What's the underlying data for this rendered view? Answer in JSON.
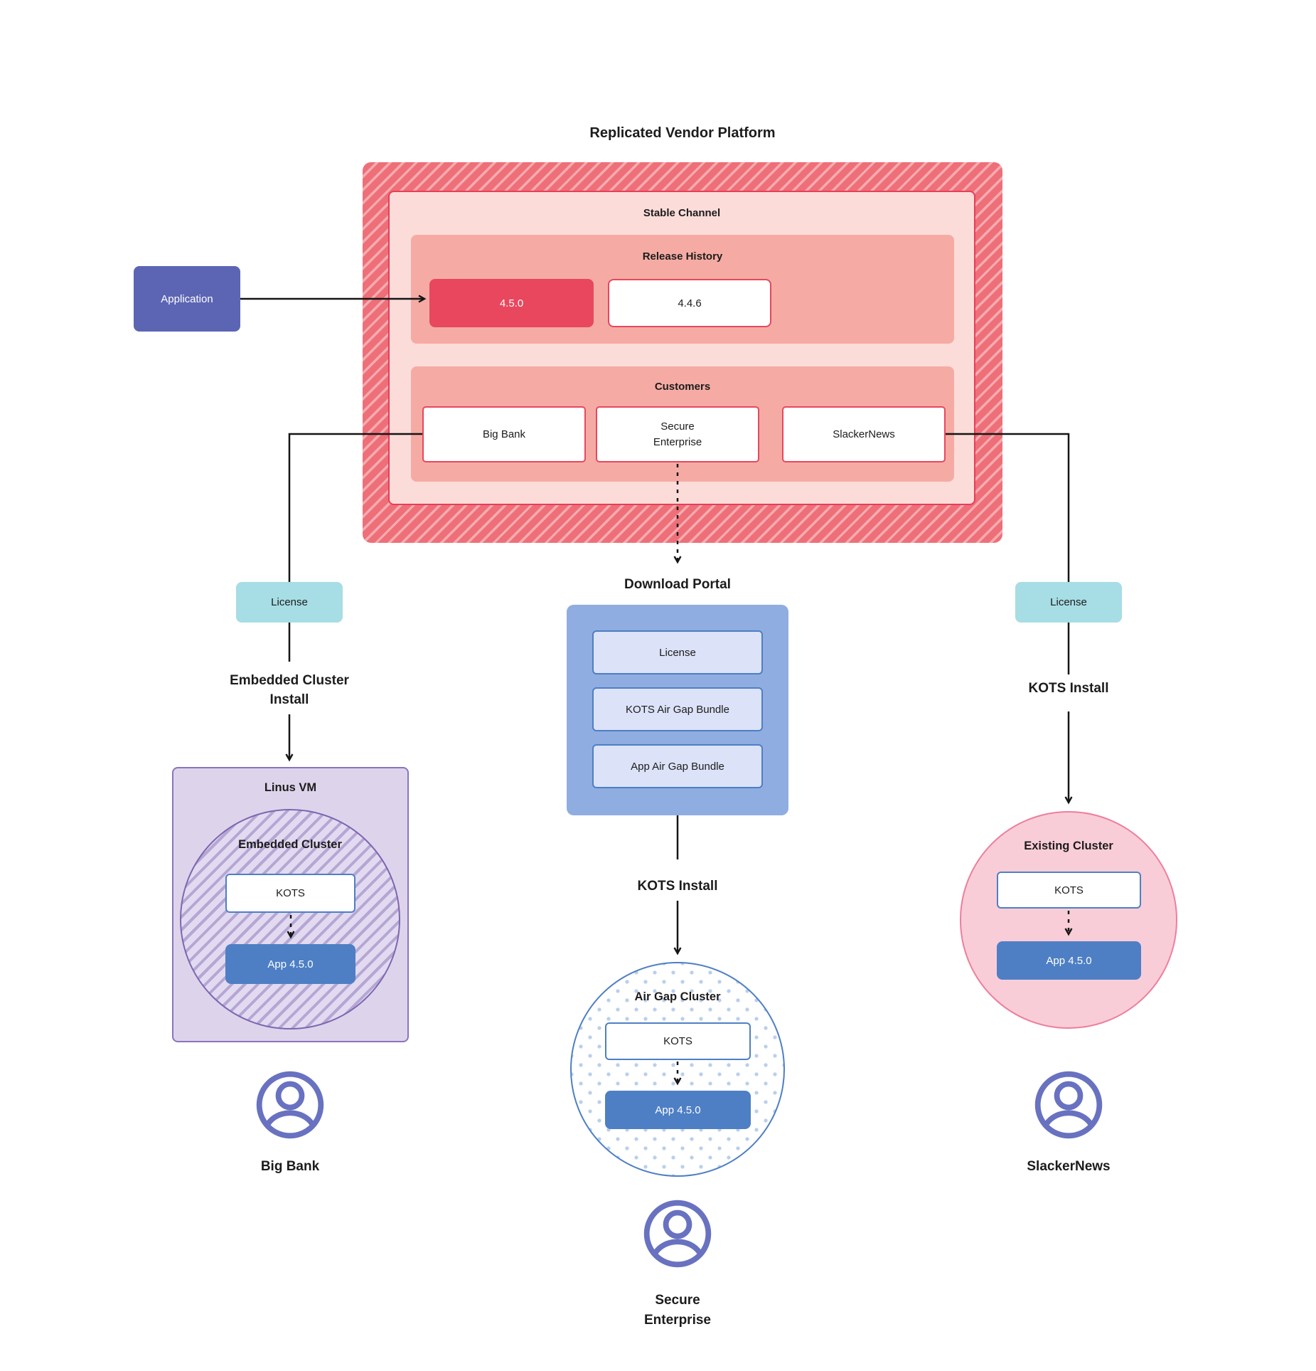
{
  "title": "Replicated Vendor Platform",
  "platform": {
    "stable_channel": "Stable Channel",
    "release_history": "Release History",
    "releases": [
      "4.5.0",
      "4.4.6"
    ],
    "customers_label": "Customers",
    "customers": [
      "Big Bank",
      "Secure Enterprise",
      "SlackerNews"
    ]
  },
  "application": "Application",
  "left_flow": {
    "license": "License",
    "install": "Embedded Cluster Install"
  },
  "middle_flow": {
    "portal_label": "Download Portal",
    "items": [
      "License",
      "KOTS Air Gap Bundle",
      "App Air Gap Bundle"
    ],
    "install": "KOTS Install"
  },
  "right_flow": {
    "license": "License",
    "install": "KOTS Install"
  },
  "linus_vm": {
    "label": "Linus VM",
    "cluster": "Embedded Cluster",
    "kots": "KOTS",
    "app": "App 4.5.0"
  },
  "air_gap": {
    "cluster": "Air Gap Cluster",
    "kots": "KOTS",
    "app": "App 4.5.0"
  },
  "existing": {
    "cluster": "Existing Cluster",
    "kots": "KOTS",
    "app": "App 4.5.0"
  },
  "users": [
    "Big Bank",
    "Secure Enterprise",
    "SlackerNews"
  ],
  "colors": {
    "hatch_red": "#ee6f78",
    "channel_pink": "#fbdcd9",
    "channel_border": "#e83e57",
    "section_salmon": "#f5aba3",
    "release_red": "#e8475e",
    "application_indigo": "#5c65b4",
    "license_teal": "#a7dde5",
    "portal_blue": "#8fade0",
    "bundle_lavender": "#dce2f7",
    "app_blue": "#4e7fc4",
    "vm_purple": "#ddd4ec",
    "vm_border": "#8b74bd",
    "existing_pink": "#f9cdd8",
    "existing_border": "#ee7e9c",
    "user_icon": "#6872c0",
    "wire_black": "#151515"
  }
}
